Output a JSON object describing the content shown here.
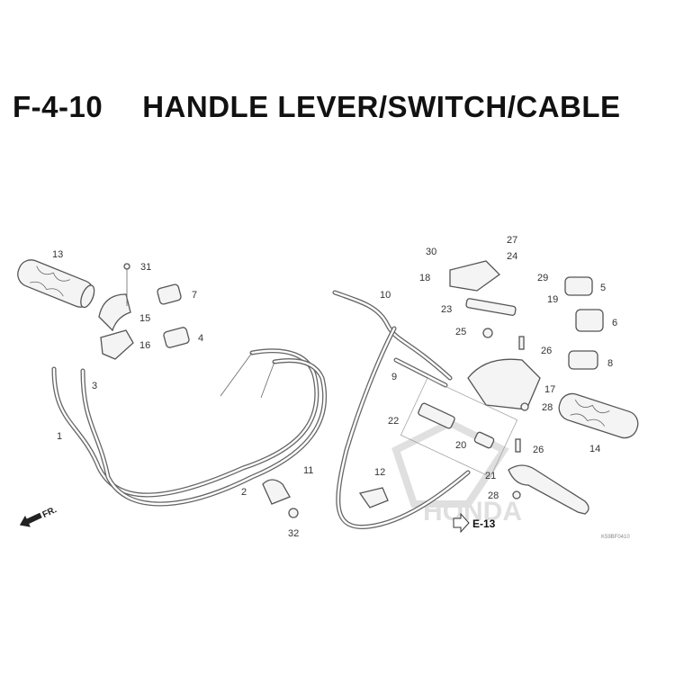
{
  "header": {
    "code": "F-4-10",
    "title": "HANDLE LEVER/SWITCH/CABLE"
  },
  "callouts": [
    "13",
    "31",
    "7",
    "15",
    "16",
    "4",
    "3",
    "1",
    "2",
    "32",
    "11",
    "10",
    "9",
    "12",
    "30",
    "27",
    "24",
    "18",
    "29",
    "19",
    "5",
    "6",
    "23",
    "25",
    "26",
    "17",
    "8",
    "28",
    "22",
    "20",
    "14",
    "26",
    "21",
    "28"
  ],
  "reference": {
    "label": "E-13",
    "icon": "arrow-outline-icon"
  },
  "direction": {
    "label": "FR.",
    "icon": "arrow-left-icon"
  },
  "footer_code": "K59BF0410",
  "watermark": "HONDA"
}
